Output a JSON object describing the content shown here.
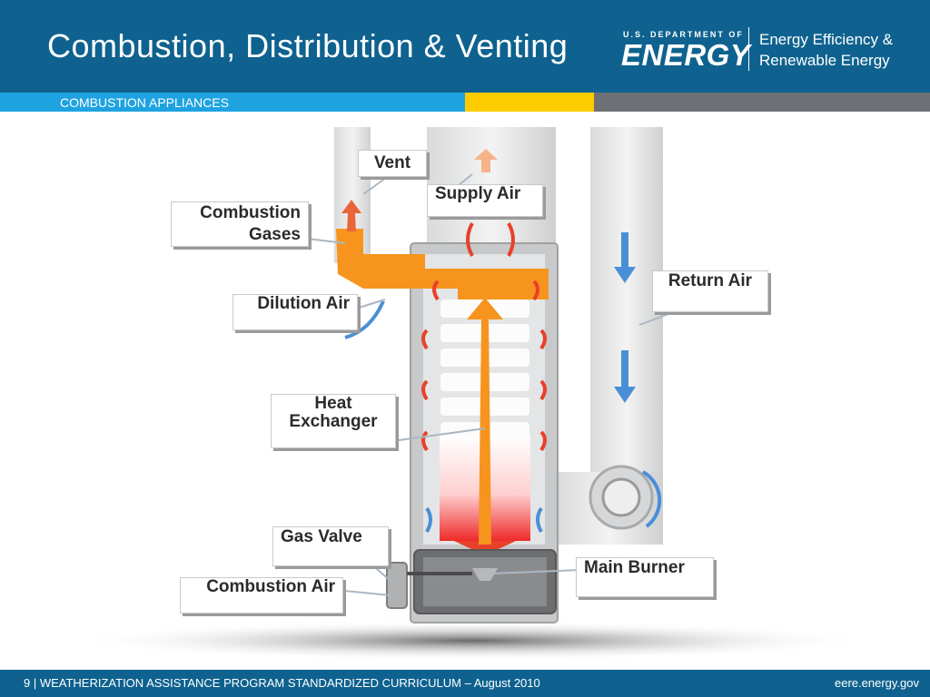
{
  "header": {
    "title": "Combustion, Distribution & Venting",
    "logo_small": "U.S. DEPARTMENT OF",
    "logo_big": "ENERGY",
    "eere_line1": "Energy Efficiency &",
    "eere_line2": "Renewable Energy"
  },
  "section_label": "COMBUSTION APPLIANCES",
  "diagram": {
    "labels": {
      "vent": "Vent",
      "supply_air": "Supply Air",
      "combustion_gases": "Combustion Gases",
      "return_air": "Return Air",
      "dilution_air": "Dilution Air",
      "heat_exchanger": "Heat Exchanger",
      "gas_valve": "Gas Valve",
      "combustion_air": "Combustion Air",
      "main_burner": "Main Burner"
    },
    "icons": [
      "orange-arrow-icon",
      "red-arrow-icon",
      "blue-arrow-icon",
      "blower-fan-icon",
      "flame-icon"
    ]
  },
  "footer": {
    "left": "9 | WEATHERIZATION ASSISTANCE PROGRAM STANDARDIZED CURRICULUM – August 2010",
    "right": "eere.energy.gov"
  },
  "colors": {
    "header_blue": "#0f628f",
    "band_blue": "#1ea3e0",
    "band_yellow": "#ffcc00",
    "band_gray": "#6d7175",
    "hot_orange": "#f7941d",
    "warm_red": "#e8402a",
    "cool_blue": "#4a8fd6"
  }
}
